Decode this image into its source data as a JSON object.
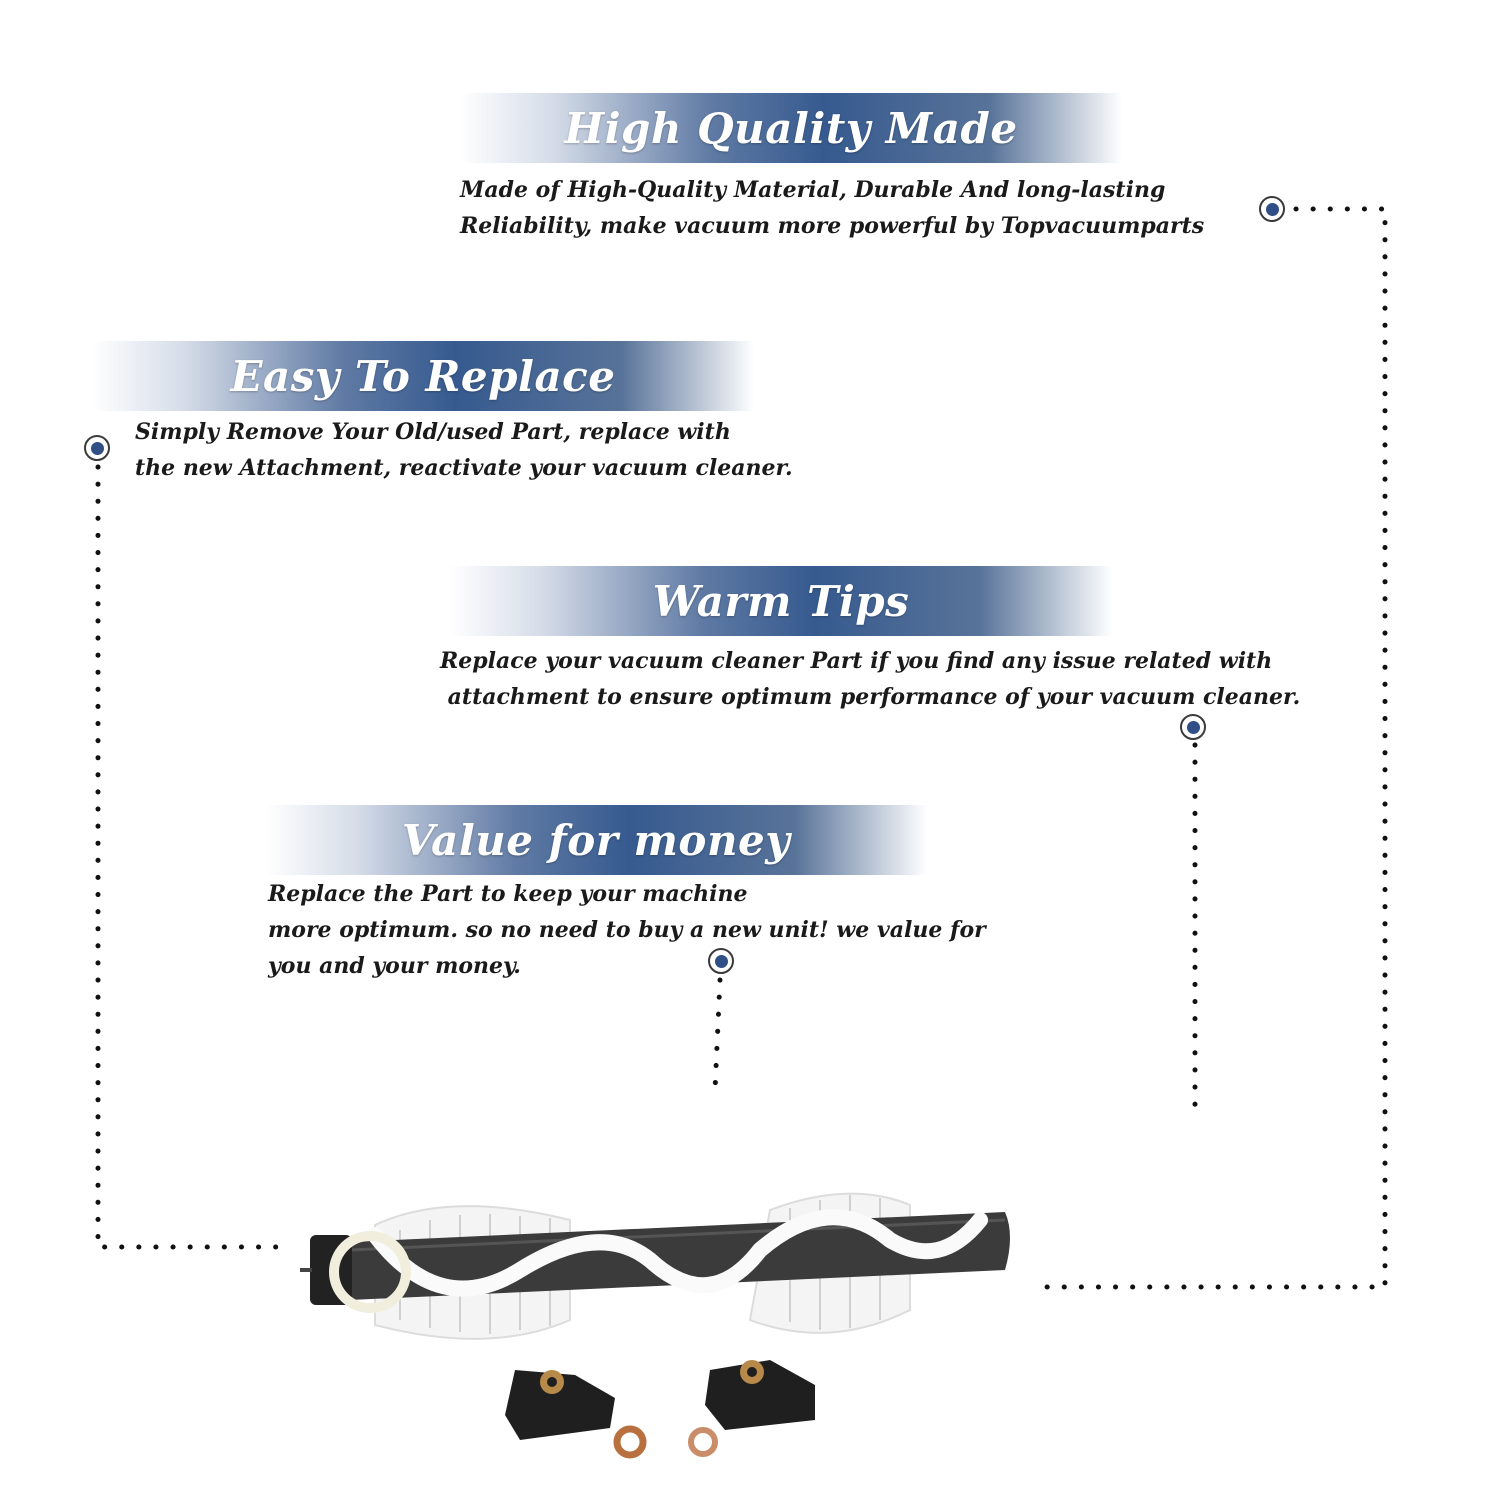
{
  "sections": [
    {
      "title": "High Quality Made",
      "lines": [
        "Made of  High-Quality Material, Durable And long-lasting",
        "Reliability, make vacuum more powerful by Topvacuumparts"
      ]
    },
    {
      "title": "Easy To Replace",
      "lines": [
        "Simply Remove Your Old/used Part, replace with",
        "the new Attachment, reactivate your vacuum cleaner."
      ]
    },
    {
      "title": "Warm Tips",
      "lines": [
        "Replace your vacuum cleaner Part if you find any issue related with",
        " attachment to ensure optimum performance of your vacuum cleaner."
      ]
    },
    {
      "title": "Value for money",
      "lines": [
        "Replace the Part to keep your machine",
        "more optimum. so no need to buy a new unit! we value for",
        "you and your money."
      ]
    }
  ],
  "colors": {
    "banner_dark": "#365a8f",
    "marker_fill": "#2f4f86",
    "text": "#1a1a1a"
  },
  "icons": [
    "marker-dot-icon",
    "brush-roll-product-image"
  ]
}
